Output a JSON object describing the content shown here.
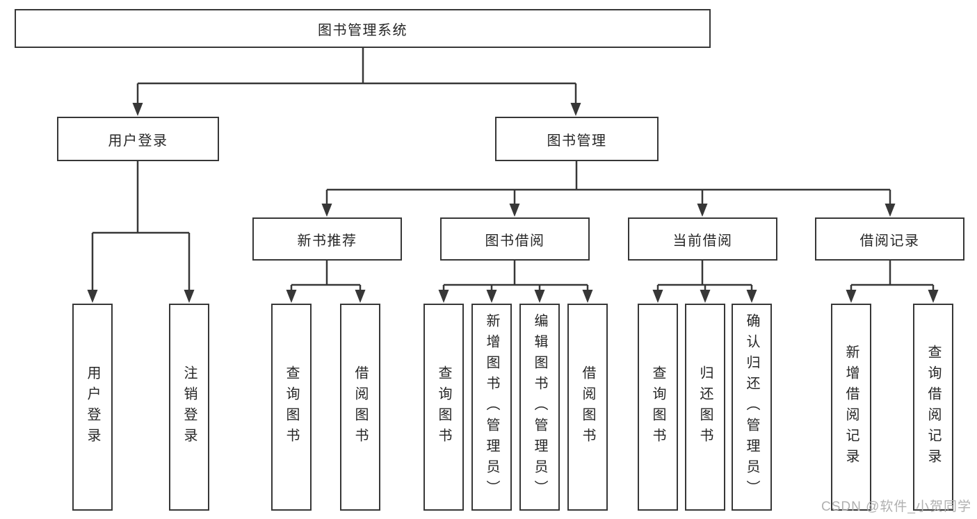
{
  "diagram": {
    "root": {
      "label": "图书管理系统"
    },
    "branches": [
      {
        "label": "用户登录",
        "children": [
          {
            "label": "用户登录"
          },
          {
            "label": "注销登录"
          }
        ]
      },
      {
        "label": "图书管理",
        "children": [
          {
            "label": "新书推荐",
            "children": [
              {
                "label": "查询图书"
              },
              {
                "label": "借阅图书"
              }
            ]
          },
          {
            "label": "图书借阅",
            "children": [
              {
                "label": "查询图书"
              },
              {
                "label": "新增图书（管理员）"
              },
              {
                "label": "编辑图书（管理员）"
              },
              {
                "label": "借阅图书"
              }
            ]
          },
          {
            "label": "当前借阅",
            "children": [
              {
                "label": "查询图书"
              },
              {
                "label": "归还图书"
              },
              {
                "label": "确认归还（管理员）"
              }
            ]
          },
          {
            "label": "借阅记录",
            "children": [
              {
                "label": "新增借阅记录"
              },
              {
                "label": "查询借阅记录"
              }
            ]
          }
        ]
      }
    ]
  },
  "watermark": {
    "text": "CSDN @软件_小贺同学"
  },
  "colors": {
    "line": "#373737",
    "text": "#262626",
    "watermark": "#b0b0b0",
    "background": "#ffffff"
  }
}
